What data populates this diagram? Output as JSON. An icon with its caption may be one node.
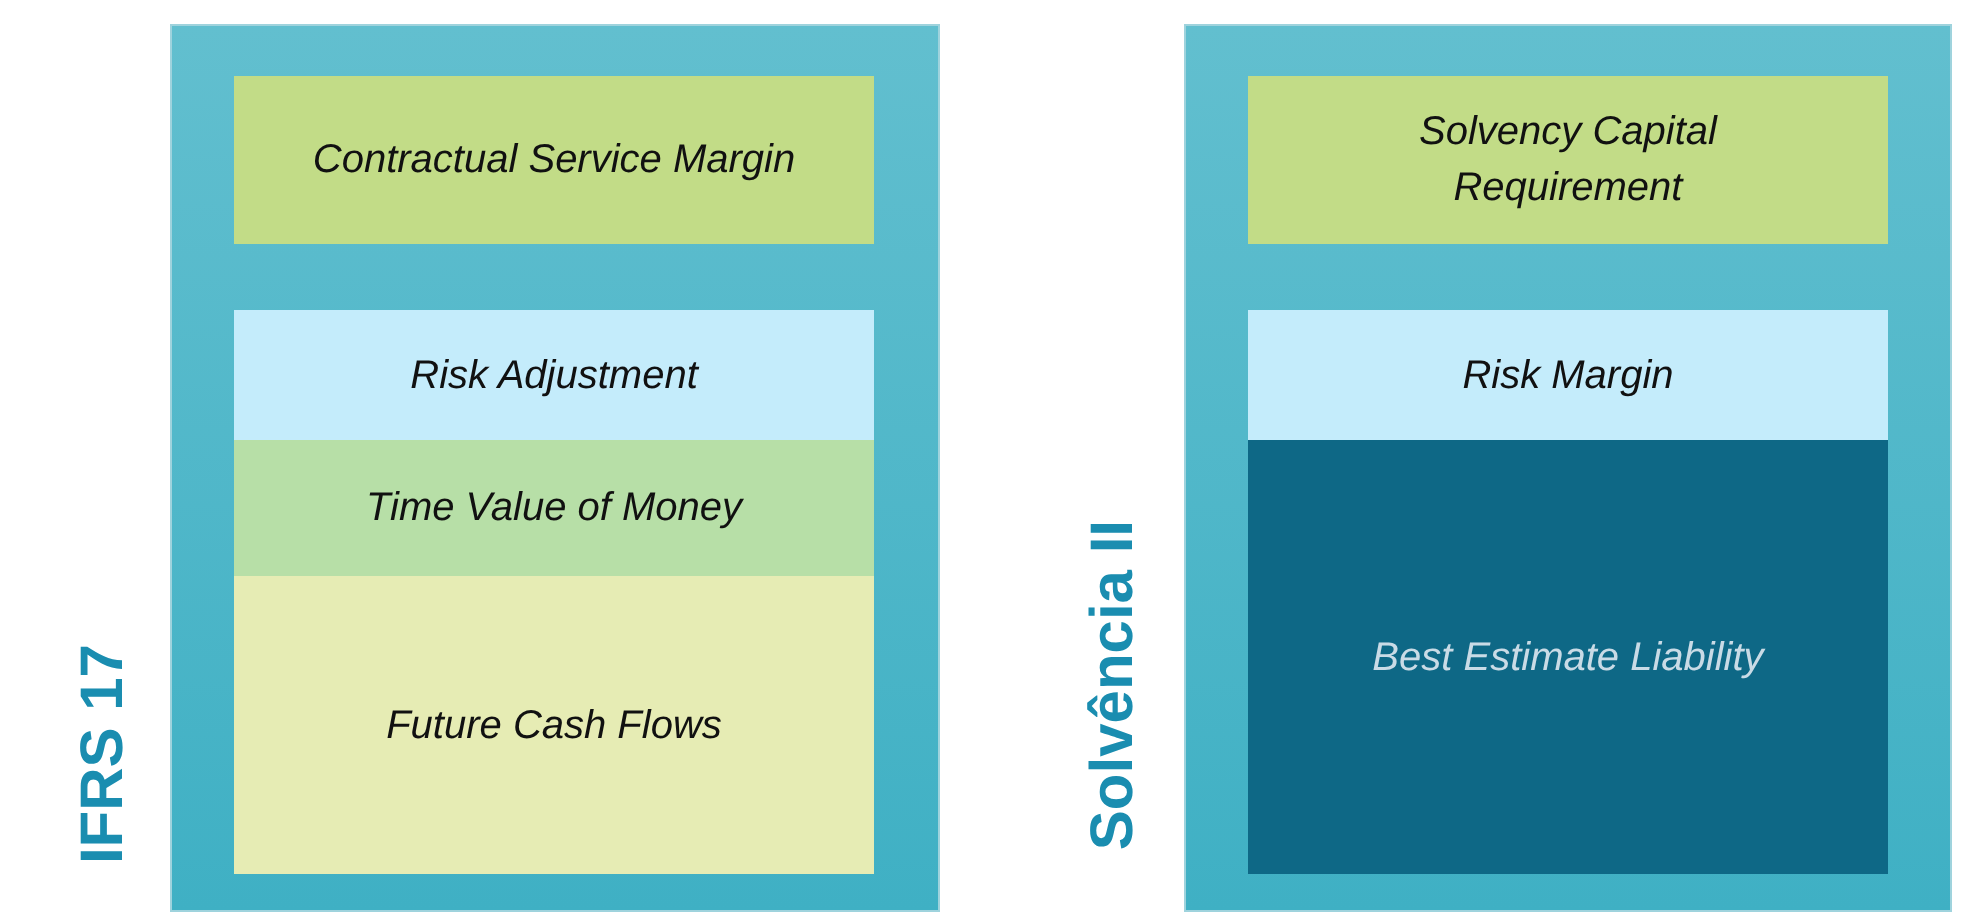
{
  "diagram": {
    "nodes": [
      {
        "text": [
          "IFRS 17"
        ]
      },
      {
        "text": [
          "Contractual Service Margin"
        ],
        "in": 0
      },
      {
        "text": [
          "Risk Adjustment"
        ],
        "in": 0
      },
      {
        "text": [
          "Time Value of Money"
        ],
        "in": 0
      },
      {
        "text": [
          "Future Cash Flows"
        ],
        "in": 0
      },
      {
        "text": [
          "Solvência II"
        ]
      },
      {
        "text": [
          "Solvency Capital Requirement"
        ],
        "in": 5
      },
      {
        "text": [
          "Risk Margin"
        ],
        "in": 5
      },
      {
        "text": [
          "Best Estimate Liability"
        ],
        "in": 5
      }
    ],
    "edges": []
  }
}
